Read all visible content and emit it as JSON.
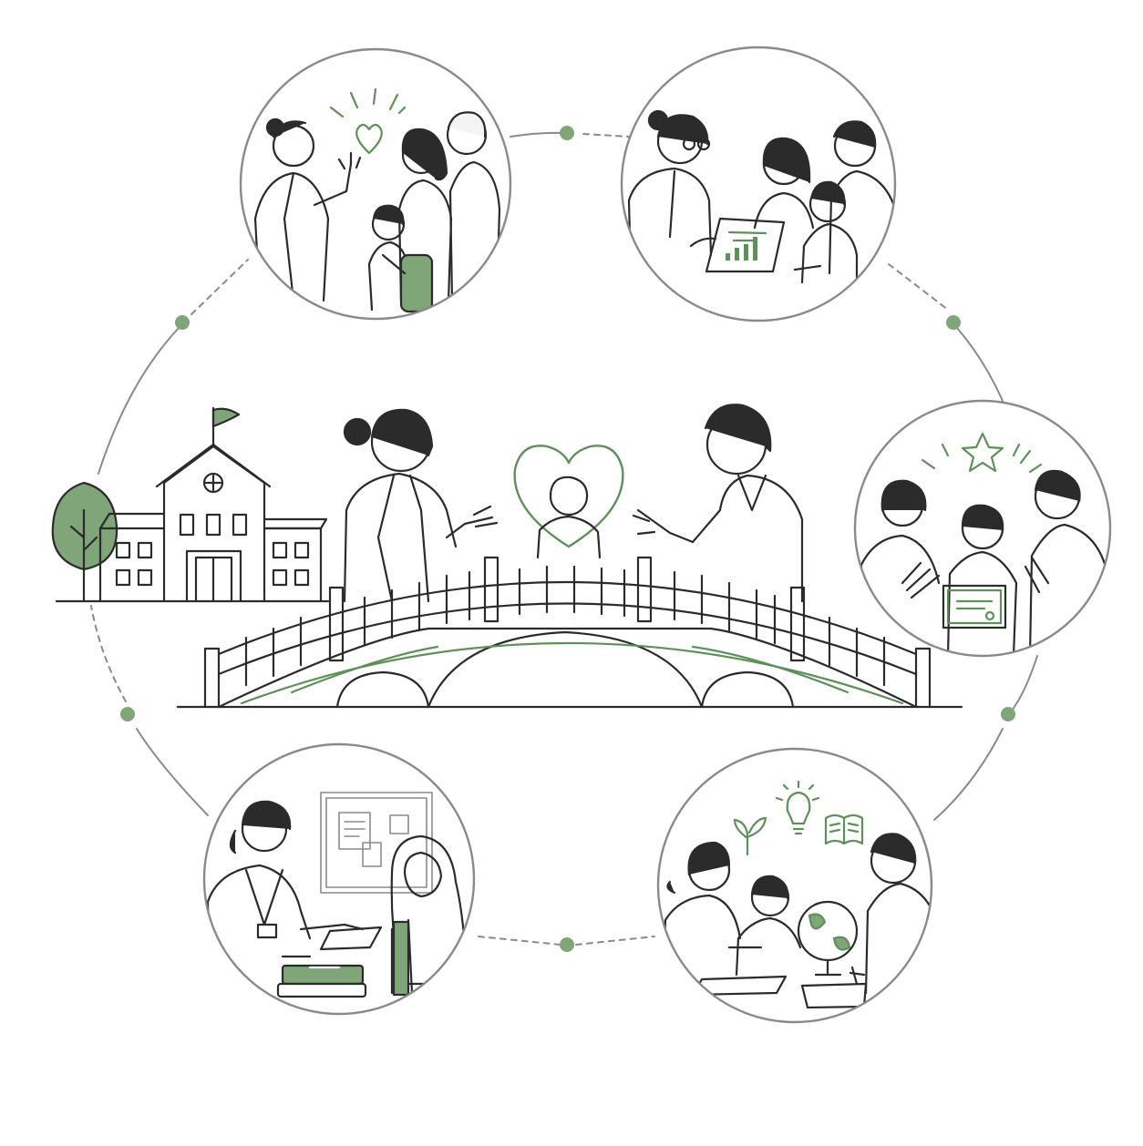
{
  "palette": {
    "line": "#2b2b2b",
    "ring": "#8a8a8a",
    "accent": "#5f8f5a",
    "accent_fill": "#7fa579",
    "background": "#ffffff"
  },
  "scenes": [
    {
      "id": "welcome",
      "icons": [
        "heart-icon"
      ]
    },
    {
      "id": "progress-review",
      "icons": [
        "bar-chart-icon"
      ]
    },
    {
      "id": "celebration",
      "icons": [
        "star-icon",
        "certificate-icon"
      ]
    },
    {
      "id": "learning-together",
      "icons": [
        "sprout-icon",
        "lightbulb-icon",
        "open-book-icon",
        "globe-icon"
      ]
    },
    {
      "id": "meeting",
      "icons": [
        "book-stack-icon",
        "notice-board-icon"
      ]
    }
  ],
  "center": {
    "elements": [
      "school-building",
      "tree",
      "flag-icon",
      "teacher",
      "child",
      "parent",
      "heart-icon",
      "bridge"
    ]
  }
}
